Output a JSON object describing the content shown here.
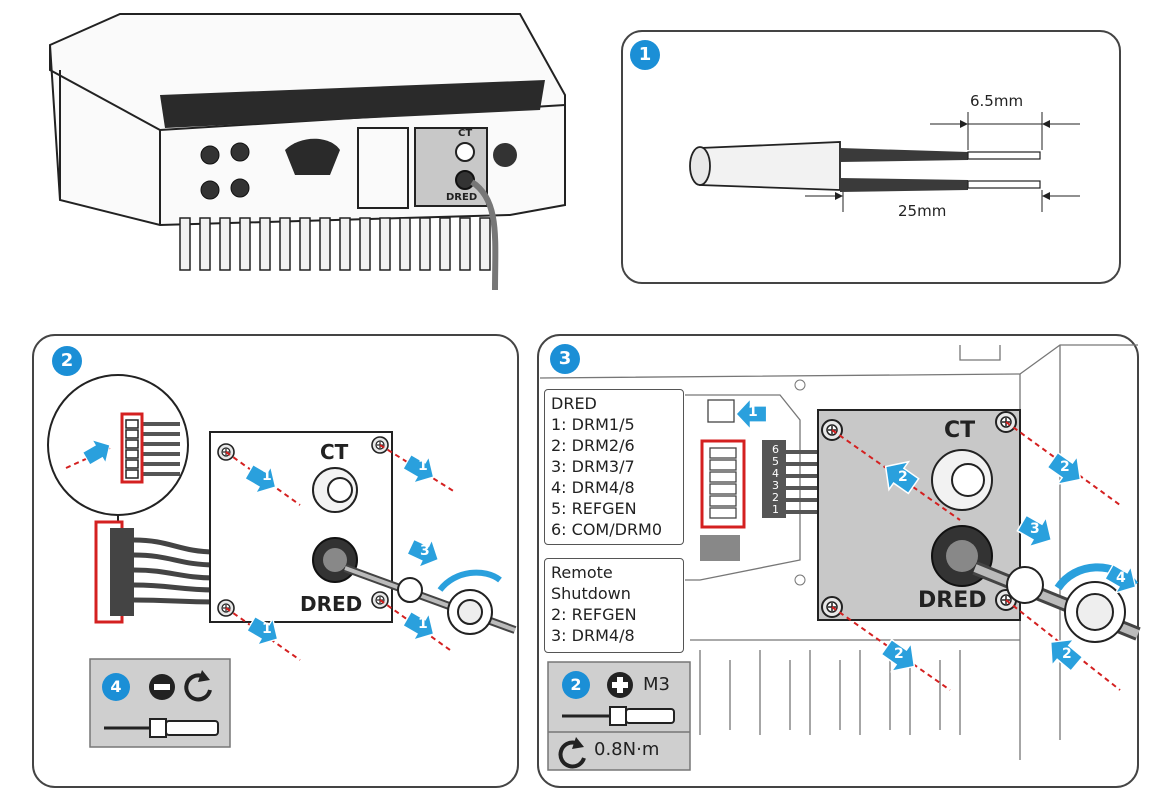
{
  "step1": {
    "badge": "1",
    "dim_strip": "6.5mm",
    "dim_total": "25mm"
  },
  "step2": {
    "badge": "2",
    "ct_label": "CT",
    "dred_label": "DRED",
    "arrow_1": "1",
    "arrow_3": "3",
    "tool_badge": "4"
  },
  "step3": {
    "badge": "3",
    "ct_label": "CT",
    "dred_label": "DRED",
    "arrow_1": "1",
    "arrow_2": "2",
    "arrow_3": "3",
    "arrow_4": "4",
    "dred_legend": [
      "DRED",
      "1: DRM1/5",
      "2: DRM2/6",
      "3: DRM3/7",
      "4: DRM4/8",
      "5: REFGEN",
      "6: COM/DRM0"
    ],
    "remote_legend": [
      "Remote",
      "Shutdown",
      "2: REFGEN",
      "3: DRM4/8"
    ],
    "tool_badge": "2",
    "screw_size": "M3",
    "torque": "0.8N·m",
    "pins": [
      "6",
      "5",
      "4",
      "3",
      "2",
      "1"
    ]
  },
  "overview": {
    "ct_label": "CT",
    "dred_label": "DRED"
  },
  "colors": {
    "accent": "#1b8fd6",
    "highlight": "#d42020",
    "panel": "#c8c8c8"
  }
}
